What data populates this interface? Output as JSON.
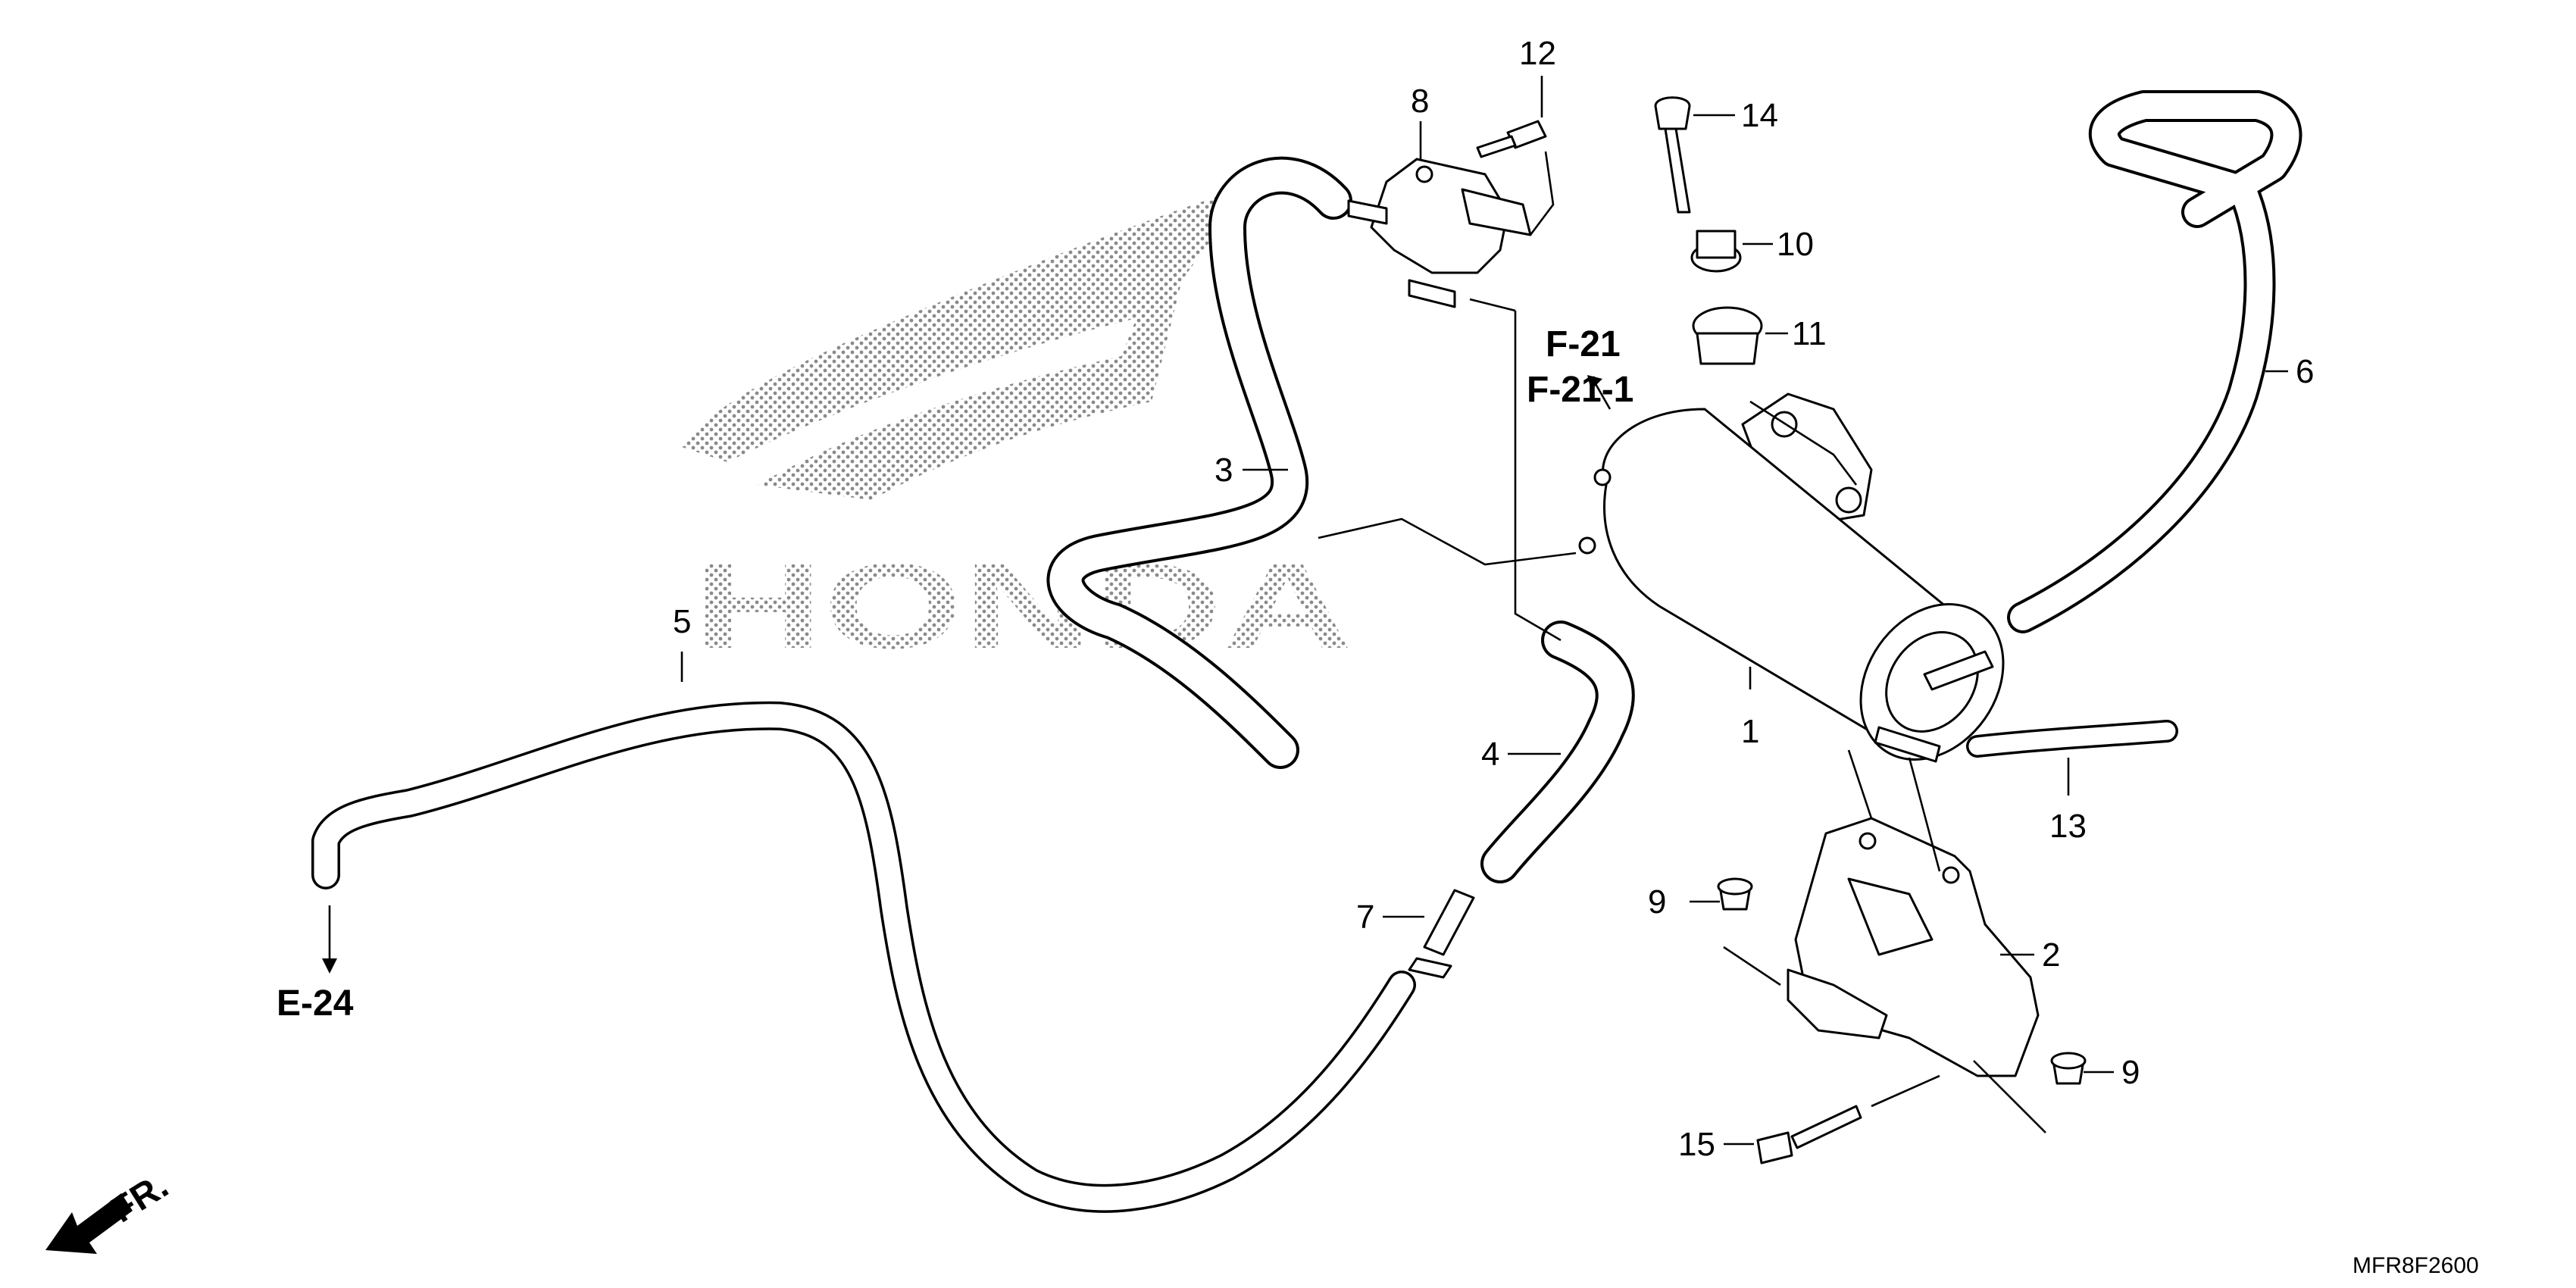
{
  "diagram": {
    "watermark": "HONDA",
    "part_numbers": {
      "p1": "1",
      "p2": "2",
      "p3": "3",
      "p4": "4",
      "p5": "5",
      "p6": "6",
      "p7": "7",
      "p8": "8",
      "p9a": "9",
      "p9b": "9",
      "p10": "10",
      "p11": "11",
      "p12": "12",
      "p13": "13",
      "p14": "14",
      "p15": "15"
    },
    "references": {
      "f21": "F-21",
      "f21_1": "F-21-1",
      "e24": "E-24"
    },
    "front_indicator": "FR.",
    "figure_code": "MFR8F2600"
  }
}
